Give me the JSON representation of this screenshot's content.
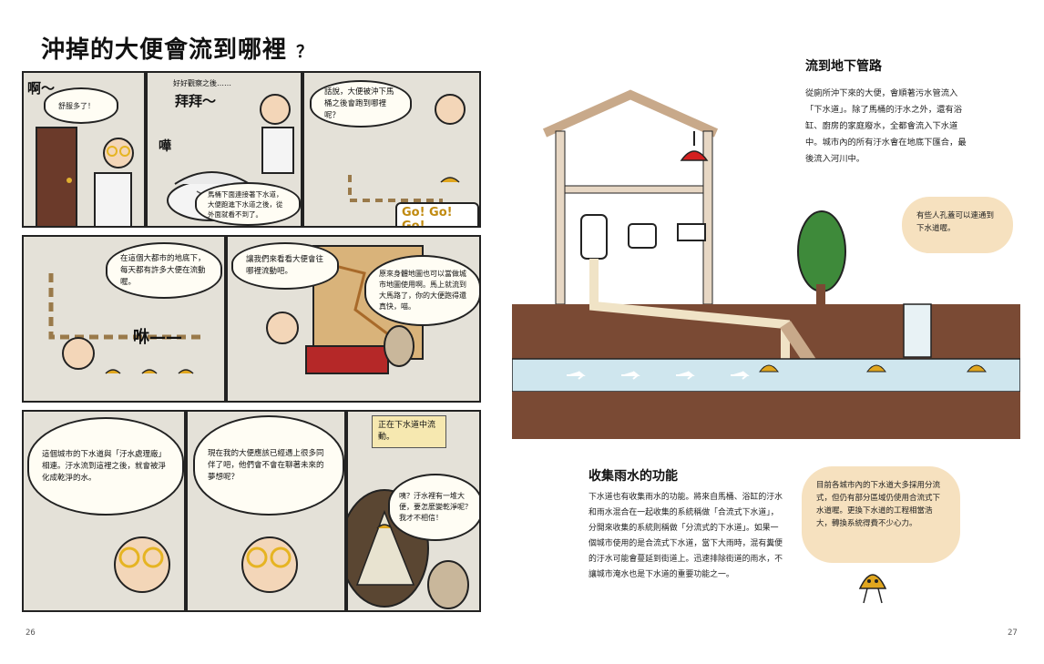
{
  "left_page": {
    "title": "沖掉的大便會流到哪裡",
    "title_mark": "？",
    "page_number": "26",
    "panel1": {
      "sfx": "啊～",
      "speech": "舒服多了！"
    },
    "panel2": {
      "caption": "好好觀察之後……",
      "sfx_bye": "拜拜～",
      "sfx_flush": "嘩",
      "speech": "馬桶下面連接著下水道，大便跑進下水道之後，從外面就看不到了。"
    },
    "panel3": {
      "speech": "話說，大便被沖下馬桶之後會跑到哪裡呢？",
      "sfx": "Go! Go! Go!"
    },
    "panel4": {
      "speech": "在這個大都市的地底下，每天都有許多大便在流動喔。",
      "sfx": "咻——"
    },
    "panel5": {
      "speech_doctor": "讓我們來看看大便會往哪裡流動吧。",
      "speech_cat": "原來身體地圖也可以當做城市地圖使用啊。馬上就流到大馬路了，你的大便跑得還真快，喵。"
    },
    "panel6": {
      "speech": "這個城市的下水道與「汙水處理廠」相連。汙水流到這裡之後，就會被淨化成乾淨的水。"
    },
    "panel7": {
      "speech": "現在我的大便應該已經遇上很多同伴了吧，他們會不會在聊著未來的夢想呢？"
    },
    "panel8": {
      "note": "正在下水道中流動。",
      "speech_cat": "咦？汙水裡有一堆大便，要怎麼變乾淨呢？我才不相信！"
    }
  },
  "right_page": {
    "page_number": "27",
    "section1": {
      "heading": "流到地下管路",
      "body": "從廁所沖下來的大便，會順著污水管流入「下水道」。除了馬桶的汙水之外，還有浴缸、廚房的家庭廢水，全都會流入下水道中。城市內的所有汙水會在地底下匯合，最後流入河川中。"
    },
    "diagram_speech": "有些人孔蓋可以連通到下水道喔。",
    "section2": {
      "heading": "收集雨水的功能",
      "body": "下水道也有收集雨水的功能。將來自馬桶、浴缸的汙水和雨水混合在一起收集的系統稱做「合流式下水道」，分開來收集的系統則稱做「分流式的下水道」。如果一個城市使用的是合流式下水道，當下大雨時，混有糞便的汙水可能會蔓延到街道上。迅速排除街道的雨水，不讓城市淹水也是下水道的重要功能之一。"
    },
    "note_box": "目前各城市內的下水道大多採用分流式，但仍有部分區域仍使用合流式下水道喔。更換下水道的工程相當浩大，轉換系統得費不少心力。"
  },
  "colors": {
    "panel_bg": "#e4e1d8",
    "soil": "#7a4a34",
    "water": "#cfe6ee",
    "poop": "#e0a61e",
    "note_tan": "#f6e1bf",
    "lamp_red": "#d42020"
  }
}
